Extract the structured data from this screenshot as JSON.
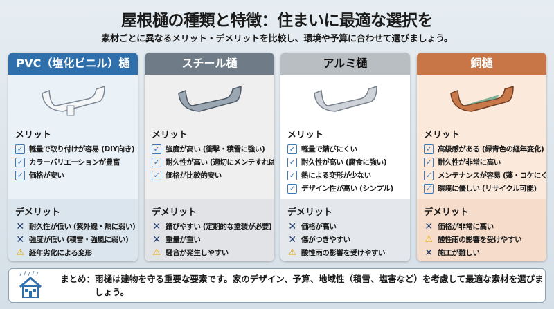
{
  "title": "屋根樋の種類と特徴：住まいに最適な選択を",
  "subtitle": "素材ごとに異なるメリット・デメリットを比較し、環境や予算に合わせて選びましょう。",
  "cards": [
    {
      "name": "PVC（塩化ビニル）樋",
      "color": "#2f6fab",
      "merit_title": "メリット",
      "merits": [
        "軽量で取り付けが容易 (DIY向き)",
        "カラーバリエーションが豊富",
        "価格が安い"
      ],
      "demerit_title": "デメリット",
      "demerits": [
        {
          "icon": "x",
          "text": "耐久性が低い (紫外線・熱に弱い)"
        },
        {
          "icon": "x",
          "text": "強度が低い (積雪・強風に弱い)"
        },
        {
          "icon": "warning",
          "text": "経年劣化による変形"
        }
      ]
    },
    {
      "name": "スチール樋",
      "color": "#6f7c87",
      "merit_title": "メリット",
      "merits": [
        "強度が高い (衝撃・積雪に強い)",
        "耐久性が高い (適切にメンテすれば)",
        "価格が比較的安い"
      ],
      "demerit_title": "デメリット",
      "demerits": [
        {
          "icon": "x",
          "text": "錆びやすい (定期的な塗装が必要)"
        },
        {
          "icon": "x",
          "text": "重量が重い"
        },
        {
          "icon": "warning",
          "text": "騒音が発生しやすい"
        }
      ]
    },
    {
      "name": "アルミ樋",
      "color": "#b9bec3",
      "merit_title": "メリット",
      "merits": [
        "軽量で錆びにくい",
        "耐久性が高い (腐食に強い)",
        "熱による変形が少ない",
        "デザイン性が高い (シンプル)"
      ],
      "demerit_title": "デメリット",
      "demerits": [
        {
          "icon": "x",
          "text": "価格が高い"
        },
        {
          "icon": "x",
          "text": "傷がつきやすい"
        },
        {
          "icon": "warning",
          "text": "酸性雨の影響を受けやすい"
        }
      ]
    },
    {
      "name": "銅樋",
      "color": "#c87547",
      "merit_title": "メリット",
      "merits": [
        "高級感がある (緑青色の経年変化)",
        "耐久性が非常に高い",
        "メンテナンスが容易 (藻・コケにくい)",
        "環境に優しい (リサイクル可能)"
      ],
      "demerit_title": "デメリット",
      "demerits": [
        {
          "icon": "x",
          "text": "価格が非常に高い"
        },
        {
          "icon": "warning",
          "text": "酸性雨の影響を受けやすい"
        },
        {
          "icon": "x",
          "text": "施工が難しい"
        }
      ]
    }
  ],
  "summary": {
    "label": "まとめ：",
    "text": "雨樋は建物を守る重要な要素です。家のデザイン、予算、地域性（積雪、塩害など）を考慮して最適な素材を選びましょう。"
  }
}
